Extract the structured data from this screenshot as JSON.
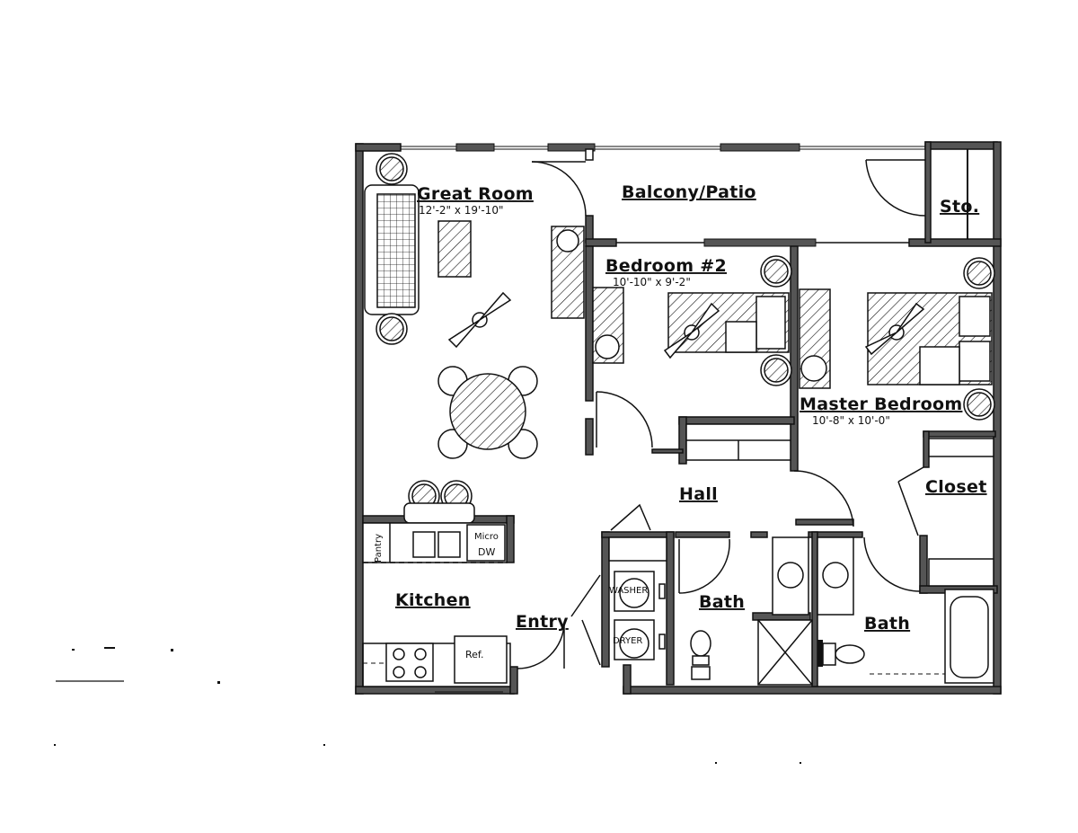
{
  "rooms": {
    "great_room": {
      "label": "Great Room",
      "dims": "12'-2\" x 19'-10\""
    },
    "balcony": {
      "label": "Balcony/Patio"
    },
    "storage": {
      "label": "Sto."
    },
    "bedroom2": {
      "label": "Bedroom #2",
      "dims": "10'-10\" x 9'-2\""
    },
    "master": {
      "label": "Master Bedroom",
      "dims": "10'-8\" x 10'-0\""
    },
    "hall": {
      "label": "Hall"
    },
    "closet": {
      "label": "Closet"
    },
    "kitchen": {
      "label": "Kitchen"
    },
    "entry": {
      "label": "Entry"
    },
    "bath1": {
      "label": "Bath"
    },
    "bath2": {
      "label": "Bath"
    }
  },
  "fixtures": {
    "pantry": "Pantry",
    "micro": "Micro",
    "dw": "DW",
    "ref": "Ref.",
    "washer": "WASHER",
    "dryer": "DRYER"
  }
}
